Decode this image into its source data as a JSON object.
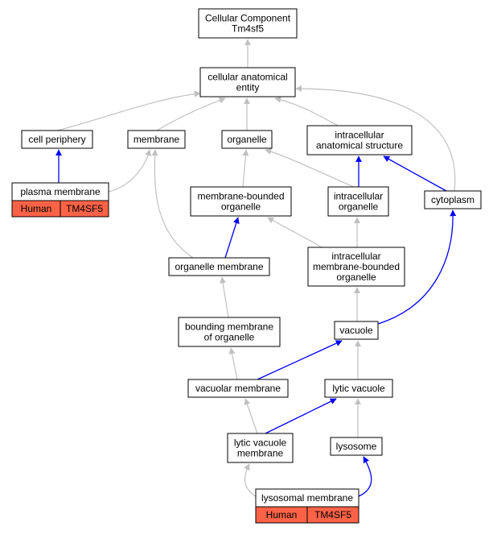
{
  "colors": {
    "background": "#ffffff",
    "node_fill": "#ffffff",
    "node_stroke": "#000000",
    "edge_gray": "#c0c0c0",
    "edge_blue": "#0000ff",
    "annotation_fill": "#ff6347"
  },
  "nodes": {
    "root": [
      "Cellular Component",
      "Tm4sf5"
    ],
    "cae": [
      "cellular anatomical",
      "entity"
    ],
    "periphery": [
      "cell periphery"
    ],
    "membrane": [
      "membrane"
    ],
    "organelle": [
      "organelle"
    ],
    "ias": [
      "intracellular",
      "anatomical structure"
    ],
    "pm": [
      "plasma membrane"
    ],
    "mbo": [
      "membrane-bounded",
      "organelle"
    ],
    "io": [
      "intracellular",
      "organelle"
    ],
    "cyto": [
      "cytoplasm"
    ],
    "om": [
      "organelle membrane"
    ],
    "imbo": [
      "intracellular",
      "membrane-bounded",
      "organelle"
    ],
    "bmo": [
      "bounding membrane",
      "of organelle"
    ],
    "vac": [
      "vacuole"
    ],
    "vm": [
      "vacuolar membrane"
    ],
    "lv": [
      "lytic vacuole"
    ],
    "lvm": [
      "lytic vacuole",
      "membrane"
    ],
    "lyso": [
      "lysosome"
    ],
    "lm": [
      "lysosomal membrane"
    ]
  },
  "annotations": {
    "pm": {
      "species": "Human",
      "gene": "TM4SF5"
    },
    "lm": {
      "species": "Human",
      "gene": "TM4SF5"
    }
  },
  "edges": [
    {
      "from": "cae",
      "to": "root",
      "kind": "is_a"
    },
    {
      "from": "periphery",
      "to": "cae",
      "kind": "is_a"
    },
    {
      "from": "membrane",
      "to": "cae",
      "kind": "is_a"
    },
    {
      "from": "organelle",
      "to": "cae",
      "kind": "is_a"
    },
    {
      "from": "ias",
      "to": "cae",
      "kind": "is_a"
    },
    {
      "from": "cyto",
      "to": "cae",
      "kind": "is_a"
    },
    {
      "from": "pm",
      "to": "periphery",
      "kind": "part_of"
    },
    {
      "from": "pm",
      "to": "membrane",
      "kind": "is_a"
    },
    {
      "from": "mbo",
      "to": "organelle",
      "kind": "is_a"
    },
    {
      "from": "io",
      "to": "organelle",
      "kind": "is_a"
    },
    {
      "from": "io",
      "to": "ias",
      "kind": "part_of"
    },
    {
      "from": "cyto",
      "to": "ias",
      "kind": "part_of"
    },
    {
      "from": "om",
      "to": "membrane",
      "kind": "is_a"
    },
    {
      "from": "om",
      "to": "mbo",
      "kind": "part_of"
    },
    {
      "from": "imbo",
      "to": "mbo",
      "kind": "is_a"
    },
    {
      "from": "imbo",
      "to": "io",
      "kind": "is_a"
    },
    {
      "from": "bmo",
      "to": "om",
      "kind": "is_a"
    },
    {
      "from": "vac",
      "to": "imbo",
      "kind": "is_a"
    },
    {
      "from": "vac",
      "to": "cyto",
      "kind": "part_of"
    },
    {
      "from": "vm",
      "to": "bmo",
      "kind": "is_a"
    },
    {
      "from": "vm",
      "to": "vac",
      "kind": "part_of"
    },
    {
      "from": "lv",
      "to": "vac",
      "kind": "is_a"
    },
    {
      "from": "lvm",
      "to": "vm",
      "kind": "is_a"
    },
    {
      "from": "lvm",
      "to": "lv",
      "kind": "part_of"
    },
    {
      "from": "lyso",
      "to": "lv",
      "kind": "is_a"
    },
    {
      "from": "lm",
      "to": "lvm",
      "kind": "is_a"
    },
    {
      "from": "lm",
      "to": "lyso",
      "kind": "part_of"
    }
  ]
}
